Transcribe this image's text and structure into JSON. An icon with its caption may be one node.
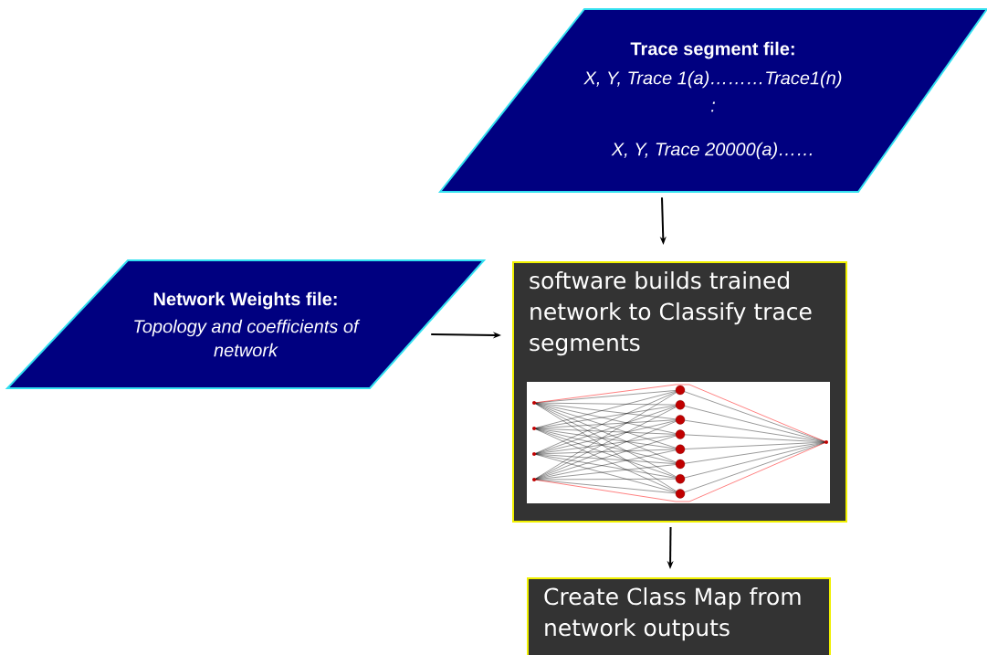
{
  "diagram": {
    "nodes": [
      {
        "text": [
          "Trace segment file:",
          "X, Y, Trace 1(a)………Trace1(n)",
          ":",
          "X, Y, Trace 20000(a)……"
        ]
      },
      {
        "text": [
          "Network Weights file:",
          "Topology and coefficients of network"
        ]
      },
      {
        "text": [
          "software builds trained network to Classify trace segments"
        ]
      },
      {
        "text": [
          "Create Class Map from network outputs"
        ]
      }
    ],
    "edges": [
      {
        "from": 0,
        "to": 2,
        "arrow": "to"
      },
      {
        "from": 1,
        "to": 2,
        "arrow": "to"
      },
      {
        "from": 2,
        "to": 3,
        "arrow": "to"
      }
    ]
  }
}
